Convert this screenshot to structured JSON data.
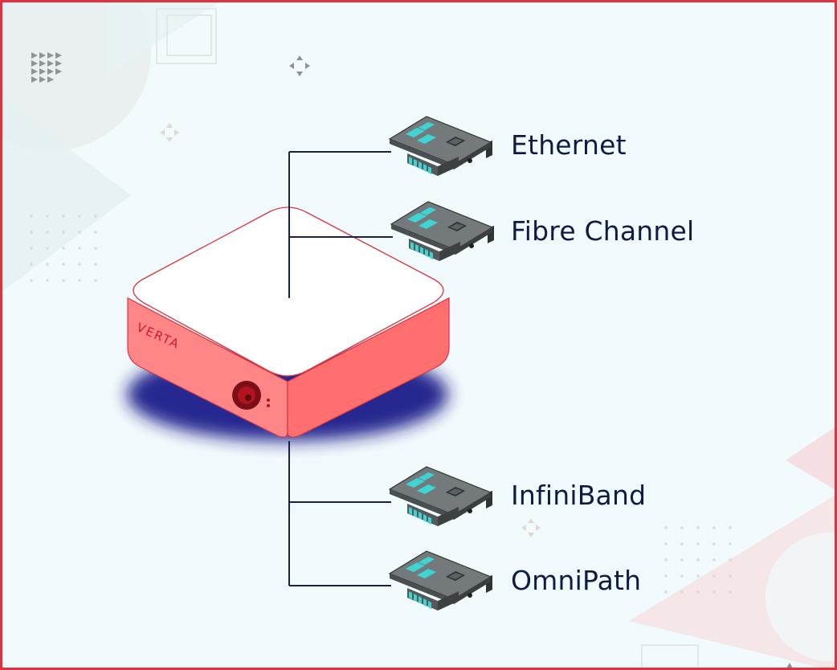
{
  "device": {
    "brand": "VERTA"
  },
  "connections": [
    {
      "label": "Ethernet"
    },
    {
      "label": "Fibre Channel"
    },
    {
      "label": "InfiniBand"
    },
    {
      "label": "OmniPath"
    }
  ],
  "colors": {
    "border": "#e0313f",
    "background": "#f1fafc",
    "device_top": "#ffffff",
    "device_side": "#ff7b7b",
    "device_shadow": "#1d1a8a",
    "card_body": "#6f7577",
    "card_dark": "#3f4446",
    "chip_cyan": "#3fd4d4",
    "line": "#1b2240",
    "label_text": "#0f1b45"
  }
}
